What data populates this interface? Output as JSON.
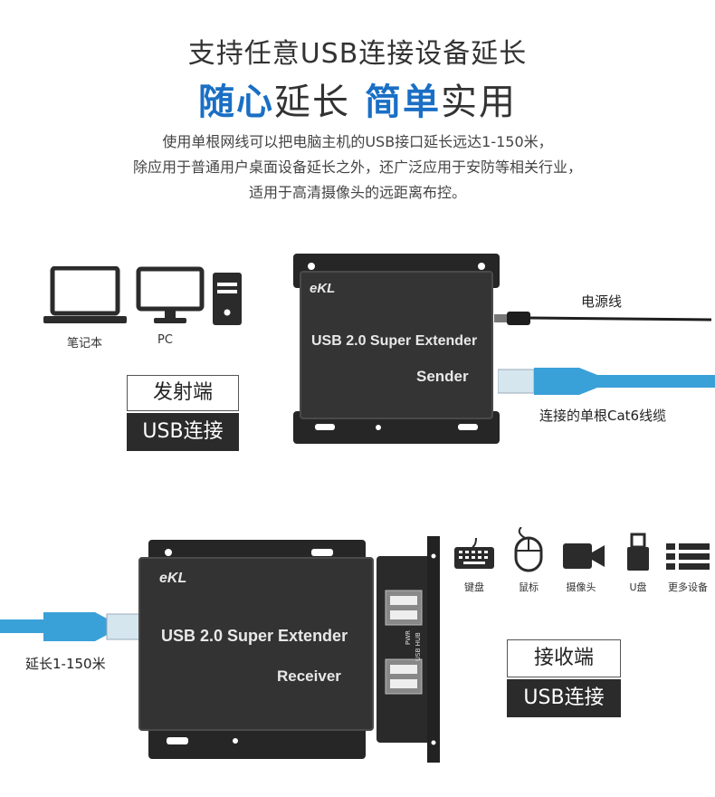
{
  "header": {
    "title_line1": "支持任意USB连接设备延长",
    "title_line2_part1": "随心",
    "title_line2_part2": "延长",
    "title_line2_part3": "简单",
    "title_line2_part4": "实用",
    "desc_line1": "使用单根网线可以把电脑主机的USB接口延长远达1-150米，",
    "desc_line2": "除应用于普通用户桌面设备延长之外，还广泛应用于安防等相关行业，",
    "desc_line3": "适用于高清摄像头的远距离布控。"
  },
  "sender_side": {
    "laptop_label": "笔记本",
    "pc_label": "PC",
    "box_title": "发射端",
    "box_sub": "USB连接",
    "device_logo": "eKL",
    "device_model": "USB 2.0 Super Extender",
    "device_role": "Sender",
    "power_label": "电源线",
    "cable_label": "连接的单根Cat6线缆"
  },
  "receiver_side": {
    "device_logo": "eKL",
    "device_model": "USB 2.0 Super Extender",
    "device_role": "Receiver",
    "extend_label": "延长1-150米",
    "box_title": "接收端",
    "box_sub": "USB连接",
    "panel_pwr": "PWR",
    "panel_hub": "USB HUB",
    "peripherals": [
      {
        "label": "键盘",
        "icon": "keyboard-icon"
      },
      {
        "label": "鼠标",
        "icon": "mouse-icon"
      },
      {
        "label": "摄像头",
        "icon": "camera-icon"
      },
      {
        "label": "U盘",
        "icon": "usb-drive-icon"
      },
      {
        "label": "更多设备",
        "icon": "list-icon"
      }
    ]
  },
  "colors": {
    "accent_blue": "#1a6fc4",
    "device_body": "#2e2e2e",
    "cable_blue": "#3aa0d8"
  }
}
